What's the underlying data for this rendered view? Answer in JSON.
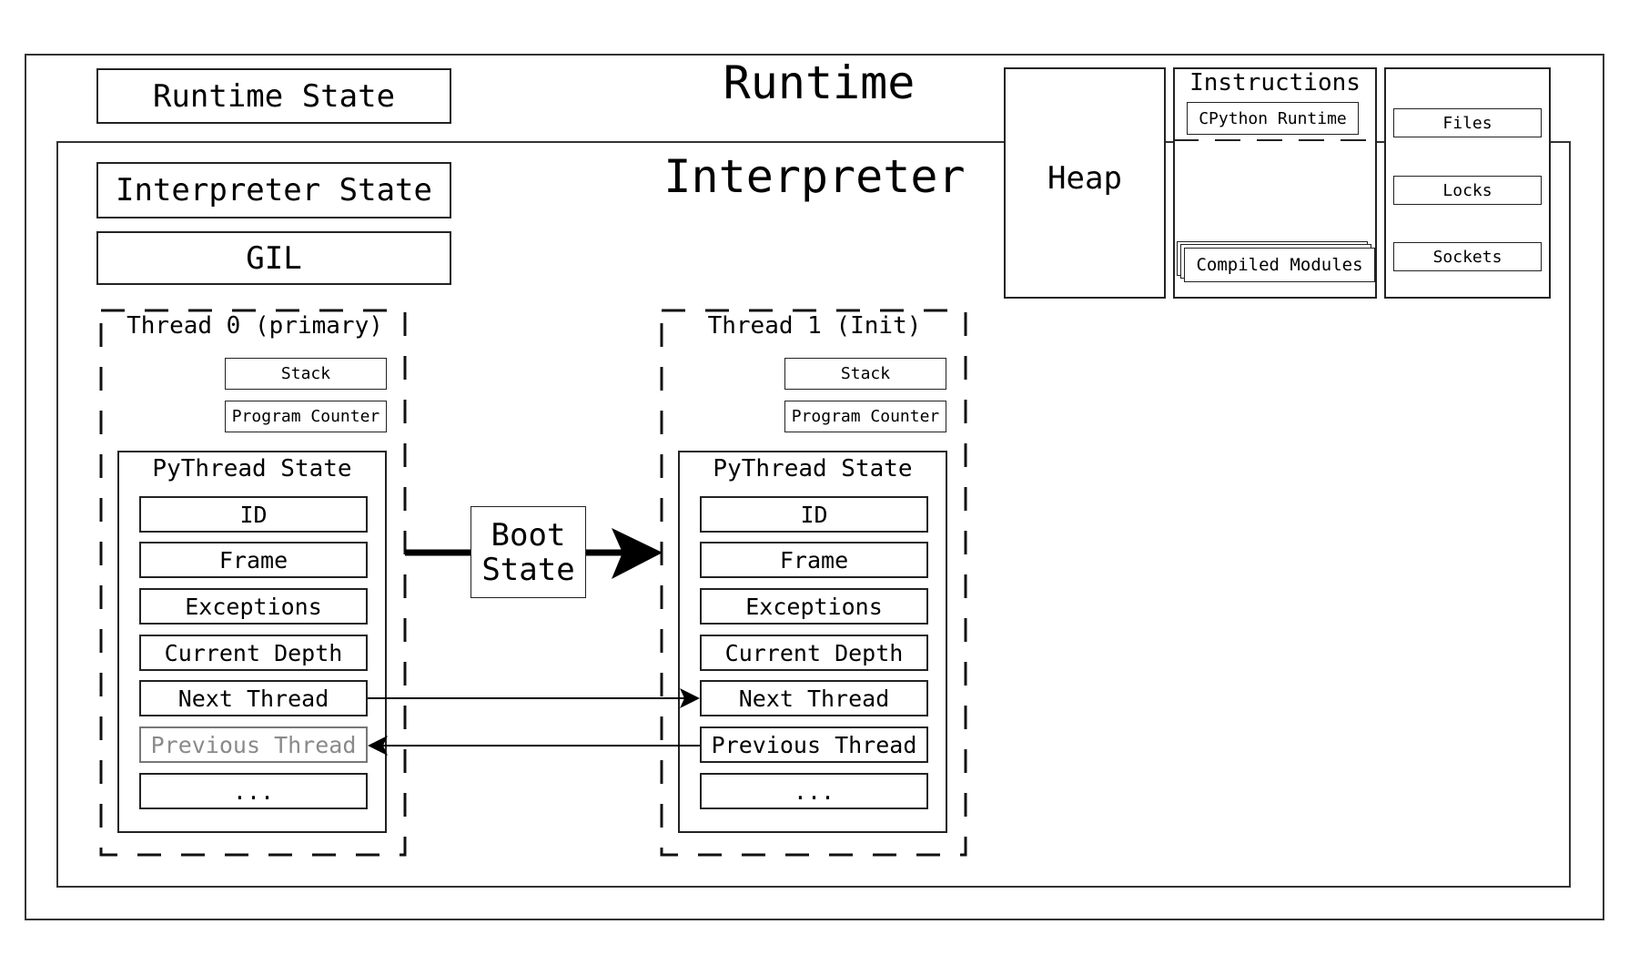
{
  "runtime": {
    "title": "Runtime",
    "state_label": "Runtime State",
    "heap_label": "Heap",
    "instructions": {
      "title": "Instructions",
      "cpython_runtime": "CPython Runtime",
      "compiled_modules": "Compiled Modules"
    },
    "resources": [
      "Files",
      "Locks",
      "Sockets"
    ]
  },
  "interpreter": {
    "title": "Interpreter",
    "state_label": "Interpreter State",
    "gil_label": "GIL"
  },
  "threads": [
    {
      "title": "Thread 0 (primary)",
      "stack": "Stack",
      "program_counter": "Program Counter",
      "pythread_state": "PyThread State",
      "fields": [
        "ID",
        "Frame",
        "Exceptions",
        "Current Depth",
        "Next Thread",
        "Previous Thread",
        "..."
      ]
    },
    {
      "title": "Thread 1 (Init)",
      "stack": "Stack",
      "program_counter": "Program Counter",
      "pythread_state": "PyThread State",
      "fields": [
        "ID",
        "Frame",
        "Exceptions",
        "Current Depth",
        "Next Thread",
        "Previous Thread",
        "..."
      ]
    }
  ],
  "boot_state": {
    "line1": "Boot",
    "line2": "State"
  }
}
